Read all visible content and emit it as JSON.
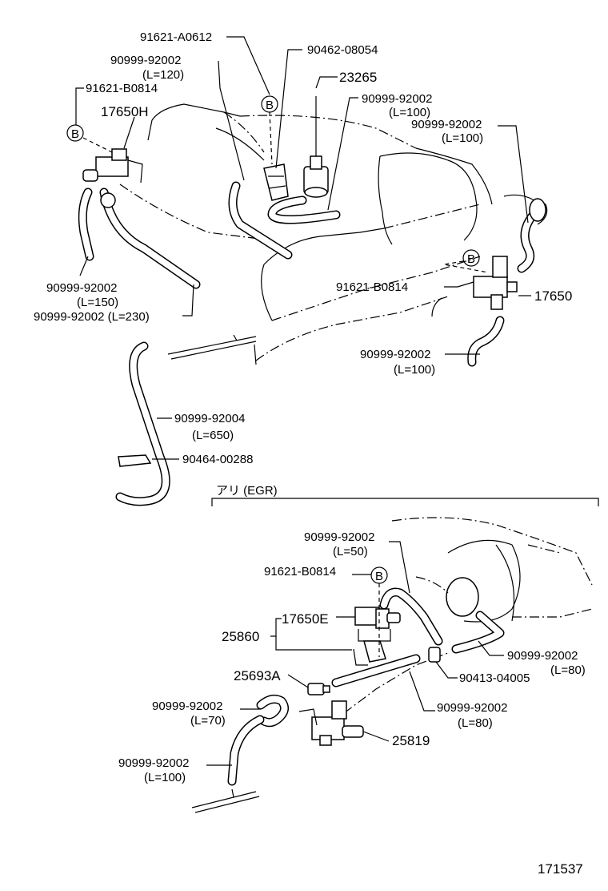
{
  "callouts": {
    "p1": "91621-A0612",
    "p2": "90462-08054",
    "p3": "90999-92002",
    "p3_len": "(L=120)",
    "p4": "91621-B0814",
    "p5": "17650H",
    "p6": "23265",
    "p7": "90999-92002",
    "p7_len": "(L=100)",
    "p8": "90999-92002",
    "p8_len": "(L=100)",
    "p9": "90999-92002",
    "p9_len": "(L=150)",
    "p10": "90999-92002 (L=230)",
    "p11": "91621-B0814",
    "p12": "17650",
    "p13": "90999-92002",
    "p13_len": "(L=100)",
    "p14": "90999-92004",
    "p14_len": "(L=650)",
    "p15": "90464-00288"
  },
  "egr": {
    "section_title": "アリ (EGR)",
    "e1": "90999-92002",
    "e1_len": "(L=50)",
    "e2": "91621-B0814",
    "e3": "17650E",
    "e4": "25860",
    "e5": "90999-92002",
    "e5_len": "(L=80)",
    "e6": "90413-04005",
    "e7": "25693A",
    "e8": "90999-92002",
    "e8_len": "(L=70)",
    "e9": "90999-92002",
    "e9_len": "(L=80)",
    "e10": "25819",
    "e11": "90999-92002",
    "e11_len": "(L=100)"
  },
  "markers": {
    "b": "B"
  },
  "diagram_number": "171537"
}
